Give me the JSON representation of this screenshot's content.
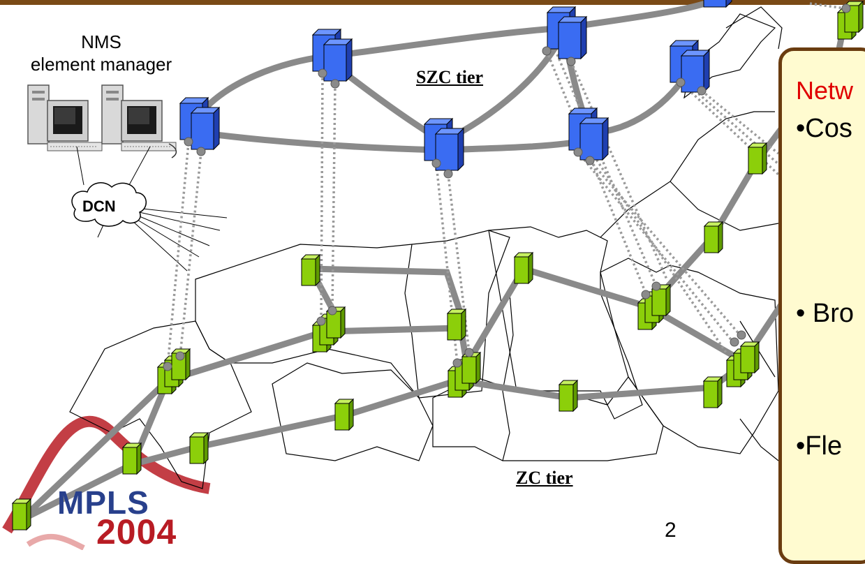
{
  "nms": {
    "line1": "NMS",
    "line2": "element manager"
  },
  "dcn_label": "DCN",
  "tiers": {
    "szc": "SZC tier",
    "zc": "ZC tier"
  },
  "callout": {
    "title": "Netw",
    "items": [
      "•Cos",
      "• Bro",
      "•Fle"
    ]
  },
  "logo": {
    "text": "MPLS",
    "year": "2004"
  },
  "page_number": "2",
  "colors": {
    "szc_node": "#3a6cf2",
    "zc_node": "#8ccf0a",
    "link": "#8a8a8a",
    "callout_bg": "#fffbd0",
    "callout_border": "#6a3c10",
    "callout_title": "#e00000",
    "logo_blue": "#28408c",
    "logo_red": "#b81c24",
    "top_bar": "#7a4a16"
  }
}
